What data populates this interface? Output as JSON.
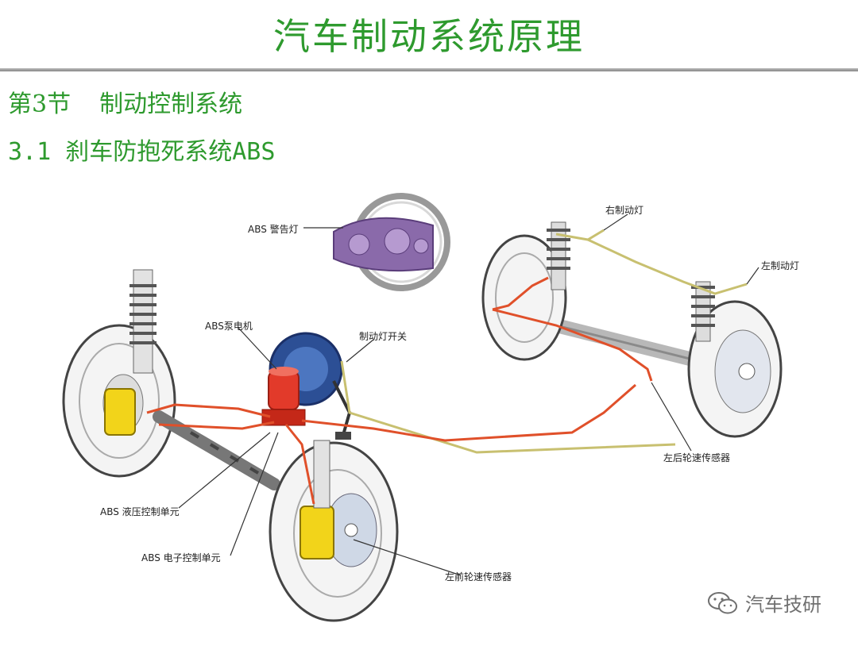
{
  "slide": {
    "title": "汽车制动系统原理",
    "section_number": "第3节",
    "section_title": "制动控制系统",
    "subsection": "3.1 刹车防抱死系统ABS"
  },
  "diagram": {
    "labels": {
      "abs_warning_light": "ABS 警告灯",
      "abs_pump_motor": "ABS泵电机",
      "brake_light_switch": "制动灯开关",
      "right_brake_light": "右制动灯",
      "left_brake_light": "左制动灯",
      "left_rear_speed_sensor": "左后轮速传感器",
      "abs_hydraulic_unit": "ABS 液压控制单元",
      "abs_electronic_unit": "ABS 电子控制单元",
      "left_front_speed_sensor": "左前轮速传感器"
    }
  },
  "watermark": {
    "text": "汽车技研",
    "icon": "wechat-icon"
  },
  "colors": {
    "heading_green": "#2e9a2e",
    "brake_line": "#e0502a",
    "wire": "#c8c070",
    "caliper": "#f2d41a",
    "warning_panel": "#8a6aaa",
    "pump": "#e23a2a"
  }
}
